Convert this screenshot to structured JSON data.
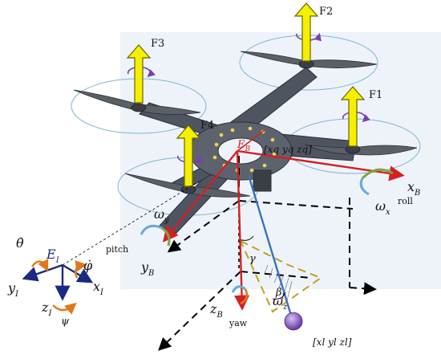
{
  "forces": {
    "f1": "F1",
    "f2": "F2",
    "f3": "F3",
    "f4": "F4"
  },
  "frames": {
    "body_origin": "E",
    "body_origin_sub": "B",
    "inertial_origin": "E",
    "inertial_origin_sub": "I",
    "xB": "x",
    "xB_sub": "B",
    "yB": "y",
    "yB_sub": "B",
    "zB": "z",
    "zB_sub": "B",
    "xI": "x",
    "xI_sub": "I",
    "yI": "y",
    "yI_sub": "I",
    "zI": "z",
    "zI_sub": "I"
  },
  "rates": {
    "omega_x": "ω",
    "omega_x_sub": "x",
    "omega_y": "ω",
    "omega_y_sub": "y",
    "omega_z": "ω",
    "omega_z_sub": "z",
    "roll": "roll",
    "pitch": "pitch",
    "yaw": "yaw"
  },
  "euler": {
    "theta_dot": "θ̇",
    "phi_dot": "φ̇",
    "psi": "ψ"
  },
  "angles": {
    "gamma": "γ",
    "beta": "β",
    "beta_sub": "l"
  },
  "coordinates": {
    "body_position": "[xq yq zq]",
    "load_position": "[xl yl zl]"
  },
  "colors": {
    "force_arrow": "#f5ef00",
    "force_edge": "#6a6400",
    "body_axis": "#d42020",
    "frame_axis": "#1a2a80",
    "cable": "#3b6fc0",
    "load": "#8a5cc8",
    "rotation_arrow": "#7a3fb0",
    "frame_blue": "#6aa8d8"
  }
}
